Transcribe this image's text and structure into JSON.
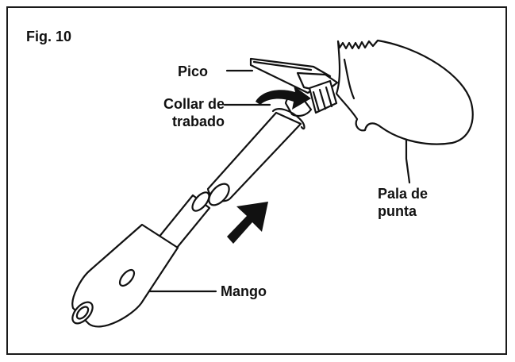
{
  "figure": {
    "title": "Fig. 10"
  },
  "labels": {
    "pico": "Pico",
    "collar_line1": "Collar de",
    "collar_line2": "trabado",
    "pala_line1": "Pala de",
    "pala_line2": "punta",
    "mango": "Mango"
  },
  "colors": {
    "ink": "#111111",
    "background": "#ffffff"
  }
}
